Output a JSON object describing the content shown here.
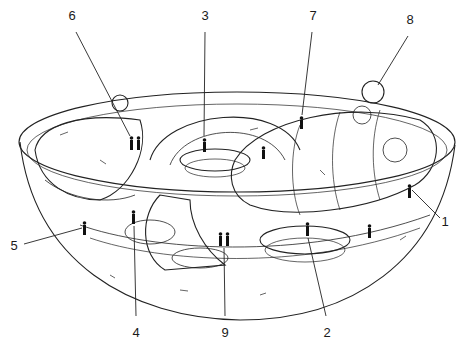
{
  "diagram": {
    "labels": [
      "6",
      "3",
      "7",
      "8",
      "5",
      "1",
      "4",
      "9",
      "2"
    ]
  }
}
